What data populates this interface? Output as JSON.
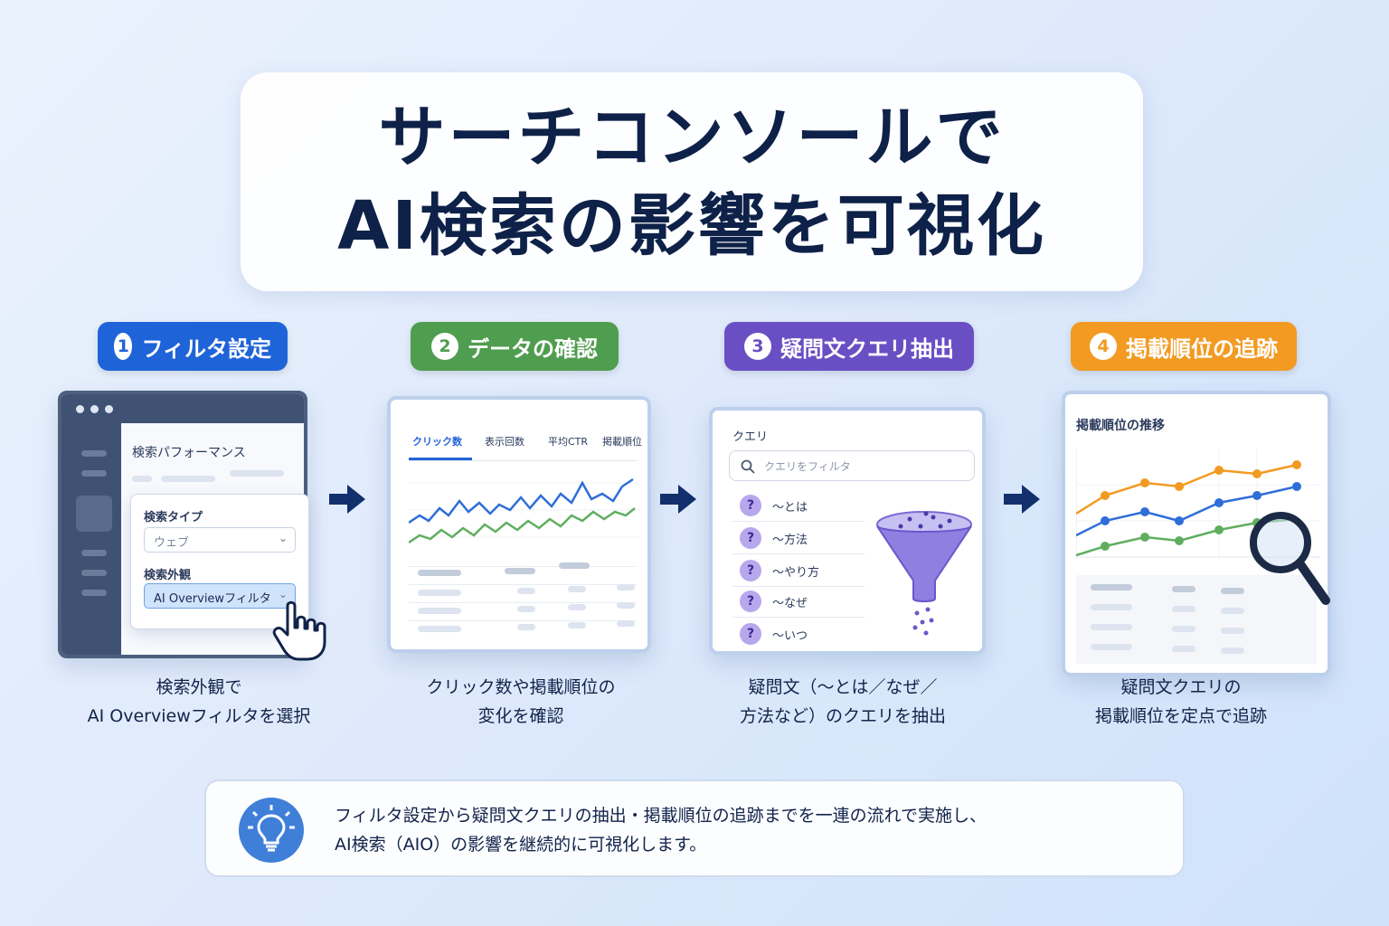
{
  "title": {
    "line1": "サーチコンソールで",
    "line2": "AI検索の影響を可視化"
  },
  "steps": [
    {
      "num": "1",
      "label": "フィルタ設定",
      "caption1": "検索外観で",
      "caption2": "AI Overviewフィルタを選択"
    },
    {
      "num": "2",
      "label": "データの確認",
      "caption1": "クリック数や掲載順位の",
      "caption2": "変化を確認"
    },
    {
      "num": "3",
      "label": "疑問文クエリ抽出",
      "caption1": "疑問文（〜とは／なぜ／",
      "caption2": "方法など）のクエリを抽出"
    },
    {
      "num": "4",
      "label": "掲載順位の追跡",
      "caption1": "疑問文クエリの",
      "caption2": "掲載順位を定点で追跡"
    }
  ],
  "panel1": {
    "title": "検索パフォーマンス",
    "search_type_label": "検索タイプ",
    "search_type_value": "ウェブ",
    "appearance_label": "検索外観",
    "appearance_value": "AI Overviewフィルタ"
  },
  "panel2": {
    "tabs": [
      "クリック数",
      "表示回数",
      "平均CTR",
      "掲載順位"
    ],
    "active_tab": "クリック数",
    "colors": {
      "clicks": "#2f6ed8",
      "impressions": "#5fae5f"
    }
  },
  "panel3": {
    "label": "クエリ",
    "search_placeholder": "クエリをフィルタ",
    "queries": [
      "〜とは",
      "〜方法",
      "〜やり方",
      "〜なぜ",
      "〜いつ"
    ],
    "question_icon": "?"
  },
  "panel4": {
    "title": "掲載順位の推移",
    "colors": {
      "orange": "#f29a21",
      "blue": "#2f6ed8",
      "green": "#5fae5f"
    }
  },
  "footer": {
    "line1": "フィルタ設定から疑問文クエリの抽出・掲載順位の追跡までを一連の流れで実施し、",
    "line2": "AI検索（AIO）の影響を継続的に可視化します。"
  }
}
